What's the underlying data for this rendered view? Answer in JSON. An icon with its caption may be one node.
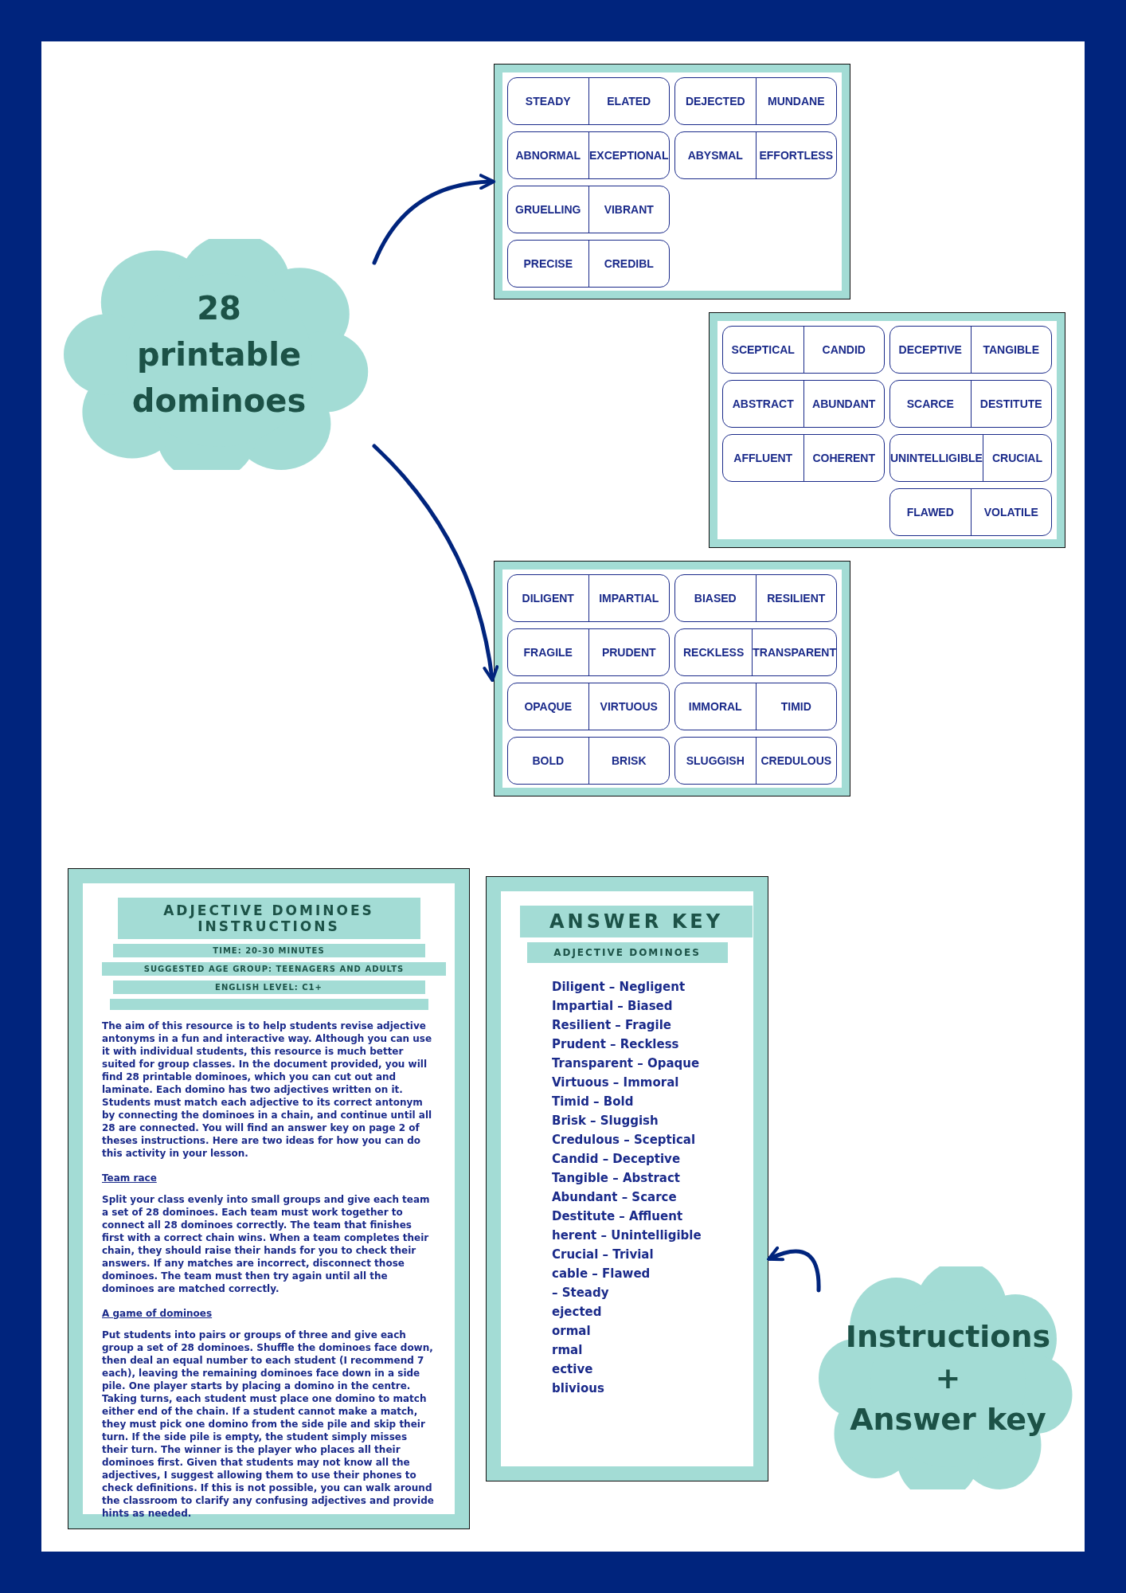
{
  "diagram": {
    "nodes": [
      {
        "text": [],
        "shape": "box"
      },
      {
        "text": [
          "STEADY",
          "ELATED"
        ],
        "in": 0
      },
      {
        "text": [
          "DEJECTED",
          "MUNDANE"
        ],
        "in": 0
      },
      {
        "text": [
          "ABNORMAL",
          "EXCEPTIONAL"
        ],
        "in": 0
      },
      {
        "text": [
          "ABYSMAL",
          "EFFORTLESS"
        ],
        "in": 0
      },
      {
        "text": [
          "GRUELLING",
          "VIBRANT"
        ],
        "in": 0
      },
      {
        "text": [
          "PRECISE",
          "CREDIBL"
        ],
        "in": 0
      },
      {
        "text": [
          "28 printable dominoes"
        ]
      },
      {
        "text": [],
        "shape": "box"
      },
      {
        "text": [
          "SCEPTICAL",
          "CANDID"
        ],
        "in": 8
      },
      {
        "text": [
          "DECEPTIVE",
          "TANGIBLE"
        ],
        "in": 8
      },
      {
        "text": [
          "ABSTRACT",
          "ABUNDANT"
        ],
        "in": 8
      },
      {
        "text": [
          "SCARCE",
          "DESTITUTE"
        ],
        "in": 8
      },
      {
        "text": [
          "AFFLUENT",
          "COHERENT"
        ],
        "in": 8
      },
      {
        "text": [
          "UNINTELLIGIBLE",
          "CRUCIAL"
        ],
        "in": 8
      },
      {
        "text": [
          "FLAWED",
          "VOLATILE"
        ],
        "in": 8
      },
      {
        "text": [],
        "shape": "box"
      },
      {
        "text": [
          "DILIGENT",
          "IMPARTIAL"
        ],
        "in": 16
      },
      {
        "text": [
          "BIASED",
          "RESILIENT"
        ],
        "in": 16
      },
      {
        "text": [
          "FRAGILE",
          "PRUDENT"
        ],
        "in": 16
      },
      {
        "text": [
          "RECKLESS",
          "TRANSPARENT"
        ],
        "in": 16
      },
      {
        "text": [
          "OPAQUE",
          "VIRTUOUS"
        ],
        "in": 16
      },
      {
        "text": [
          "IMMORAL",
          "TIMID"
        ],
        "in": 16
      },
      {
        "text": [
          "BOLD",
          "BRISK"
        ],
        "in": 16
      },
      {
        "text": [
          "SLUGGISH",
          "CREDULOUS"
        ],
        "in": 16
      },
      {
        "text": [
          "ADJECTIVE DOMINOES INSTRUCTIONS",
          "TIME: 20-30 MINUTES",
          "SUGGESTED AGE GROUP: TEENAGERS AND ADULTS",
          "ENGLISH LEVEL: C1+",
          "The aim of this resource is to help students revise adjective antonyms in a fun and interactive way. Although you can use it with individual students, this resource is much better suited for group classes. In the document provided, you will find 28 printable dominoes, which you can cut out and laminate. Each domino has two adjectives written on it. Students must match each adjective to its correct antonym by connecting the dominoes in a chain, and continue until all 28 are connected. You will find an answer key on page 2 of theses instructions. Here are two ideas for how you can do this activity in your lesson.",
          "Team race",
          "Split your class evenly into small groups and give each team a set of 28 dominoes. Each team must work together to connect all 28 dominoes correctly. The team that finishes first with a correct chain wins. When a team completes their chain, they should raise their hands for you to check their answers. If any matches are incorrect, disconnect those dominoes. The team must then try again until all the dominoes are matched correctly.",
          "A game of dominoes",
          "Put students into pairs or groups of three and give each group a set of 28 dominoes. Shuffle the dominoes face down, then deal an equal number to each student (I recommend 7 each), leaving the remaining dominoes face down in a side pile. One player starts by placing a domino in the centre. Taking turns, each student must place one domino to match either end of the chain. If a student cannot make a match, they must pick one domino from the side pile and skip their turn. If the side pile is empty, the student simply misses their turn. The winner is the player who places all their dominoes first. Given that students may not know all the adjectives, I suggest allowing them to use their phones to check definitions. If this is not possible, you can walk around the classroom to clarify any confusing adjectives and provide hints as needed."
        ]
      },
      {
        "text": [
          "ANSWER KEY",
          "ADJECTIVE DOMINOES",
          "Diligent – Negligent",
          "Impartial – Biased",
          "Resilient – Fragile",
          "Prudent – Reckless",
          "Transparent – Opaque",
          "Virtuous – Immoral",
          "Timid – Bold",
          "Brisk – Sluggish",
          "Credulous – Sceptical",
          "Candid – Deceptive",
          "Tangible – Abstract",
          "Abundant – Scarce",
          "Destitute – Affluent",
          "herent – Unintelligible",
          "Crucial – Trivial",
          "cable – Flawed",
          "– Steady",
          "ejected",
          "ormal",
          "rmal",
          "ective",
          "blivious"
        ]
      },
      {
        "text": [
          "Instructions",
          "+",
          "Answer key"
        ]
      }
    ],
    "edges": [
      {
        "from": 7,
        "to": 0,
        "arrow": "to"
      },
      {
        "from": 7,
        "to": 16,
        "arrow": "to"
      },
      {
        "from": 27,
        "to": 26,
        "arrow": "to"
      }
    ]
  }
}
